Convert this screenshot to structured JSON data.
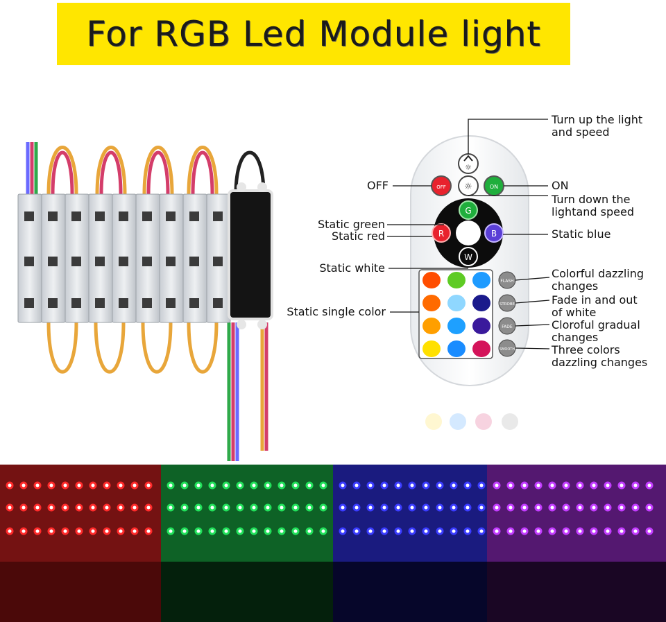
{
  "title": "For RGB Led Module light",
  "colors": {
    "banner": "#ffe600",
    "title_text": "#1a1a1a",
    "module_body": "#d9dde2",
    "red_glow": "#ff2a2a",
    "green_glow": "#21e05a",
    "blue_glow": "#3a3cff",
    "purple_glow": "#c33cff"
  },
  "remote": {
    "buttons": {
      "up": "☼",
      "down": "☼",
      "off": "OFF",
      "on": "ON",
      "green": "G",
      "red": "R",
      "blue": "B",
      "white": "W",
      "flash": "FLASH",
      "strobe": "STROBE",
      "fade": "FADE",
      "smooth": "SMOOTH"
    },
    "color_grid": [
      [
        "#ff4d00",
        "#5ecb24",
        "#1e9bff"
      ],
      [
        "#ff6a00",
        "#8fd7ff",
        "#1a1a8c"
      ],
      [
        "#ff9f00",
        "#1ea0ff",
        "#3a1a9c"
      ],
      [
        "#ffe000",
        "#1a8cff",
        "#d4145a"
      ]
    ]
  },
  "labels": {
    "turn_up": "Turn up the light\nand speed",
    "off": "OFF",
    "on": "ON",
    "turn_down": "Turn down the\nlightand speed",
    "static_green": "Static green",
    "static_red": "Static red",
    "static_blue": "Static blue",
    "static_white": "Static white",
    "static_single": "Static single color",
    "flash": "Colorful dazzling\nchanges",
    "strobe": "Fade in and out\nof white",
    "fade": "Cloroful gradual\nchanges",
    "smooth": "Three colors\ndazzling changes"
  }
}
